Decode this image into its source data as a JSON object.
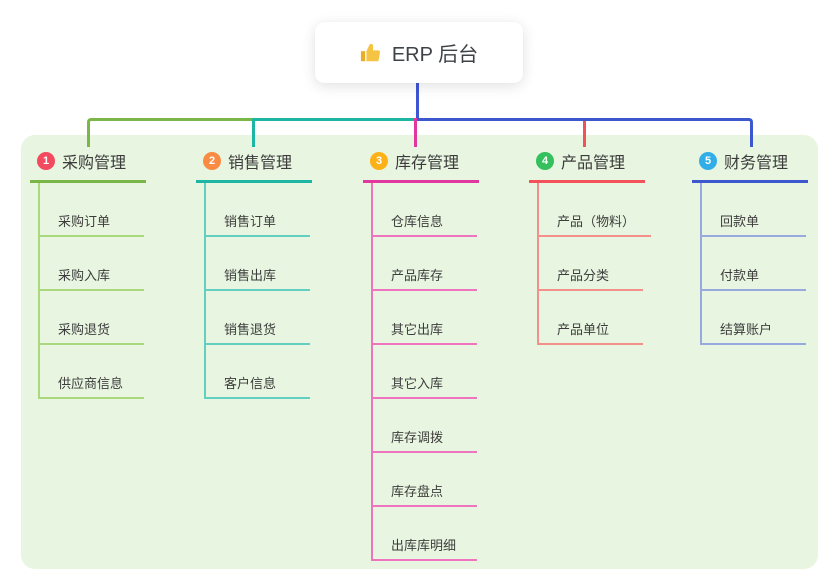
{
  "root": {
    "label": "ERP 后台",
    "icon": "thumbs-up-icon",
    "line_color": "#3f56d4"
  },
  "colors": {
    "page_bg": "#ffffff",
    "panel_bg": "#e8f5e0",
    "title_text": "#3b3b3b",
    "child_text": "#3d3d3d"
  },
  "branches": [
    {
      "number": "1",
      "title": "采购管理",
      "badge_color": "#f24a5e",
      "main_color": "#7ab648",
      "light_color": "#a9d87d",
      "children": [
        "采购订单",
        "采购入库",
        "采购退货",
        "供应商信息"
      ]
    },
    {
      "number": "2",
      "title": "销售管理",
      "badge_color": "#fa8b43",
      "main_color": "#1db5a3",
      "light_color": "#63cfc0",
      "children": [
        "销售订单",
        "销售出库",
        "销售退货",
        "客户信息"
      ]
    },
    {
      "number": "3",
      "title": "库存管理",
      "badge_color": "#fcb116",
      "main_color": "#e0389e",
      "light_color": "#ee74bd",
      "children": [
        "仓库信息",
        "产品库存",
        "其它出库",
        "其它入库",
        "库存调拨",
        "库存盘点",
        "出库库明细"
      ]
    },
    {
      "number": "4",
      "title": "产品管理",
      "badge_color": "#34c05c",
      "main_color": "#f4525a",
      "light_color": "#f58f8b",
      "children": [
        "产品（物料）",
        "产品分类",
        "产品单位"
      ]
    },
    {
      "number": "5",
      "title": "财务管理",
      "badge_color": "#31aee8",
      "main_color": "#3d58ce",
      "light_color": "#97a9dd",
      "children": [
        "回款单",
        "付款单",
        "结算账户"
      ]
    }
  ]
}
